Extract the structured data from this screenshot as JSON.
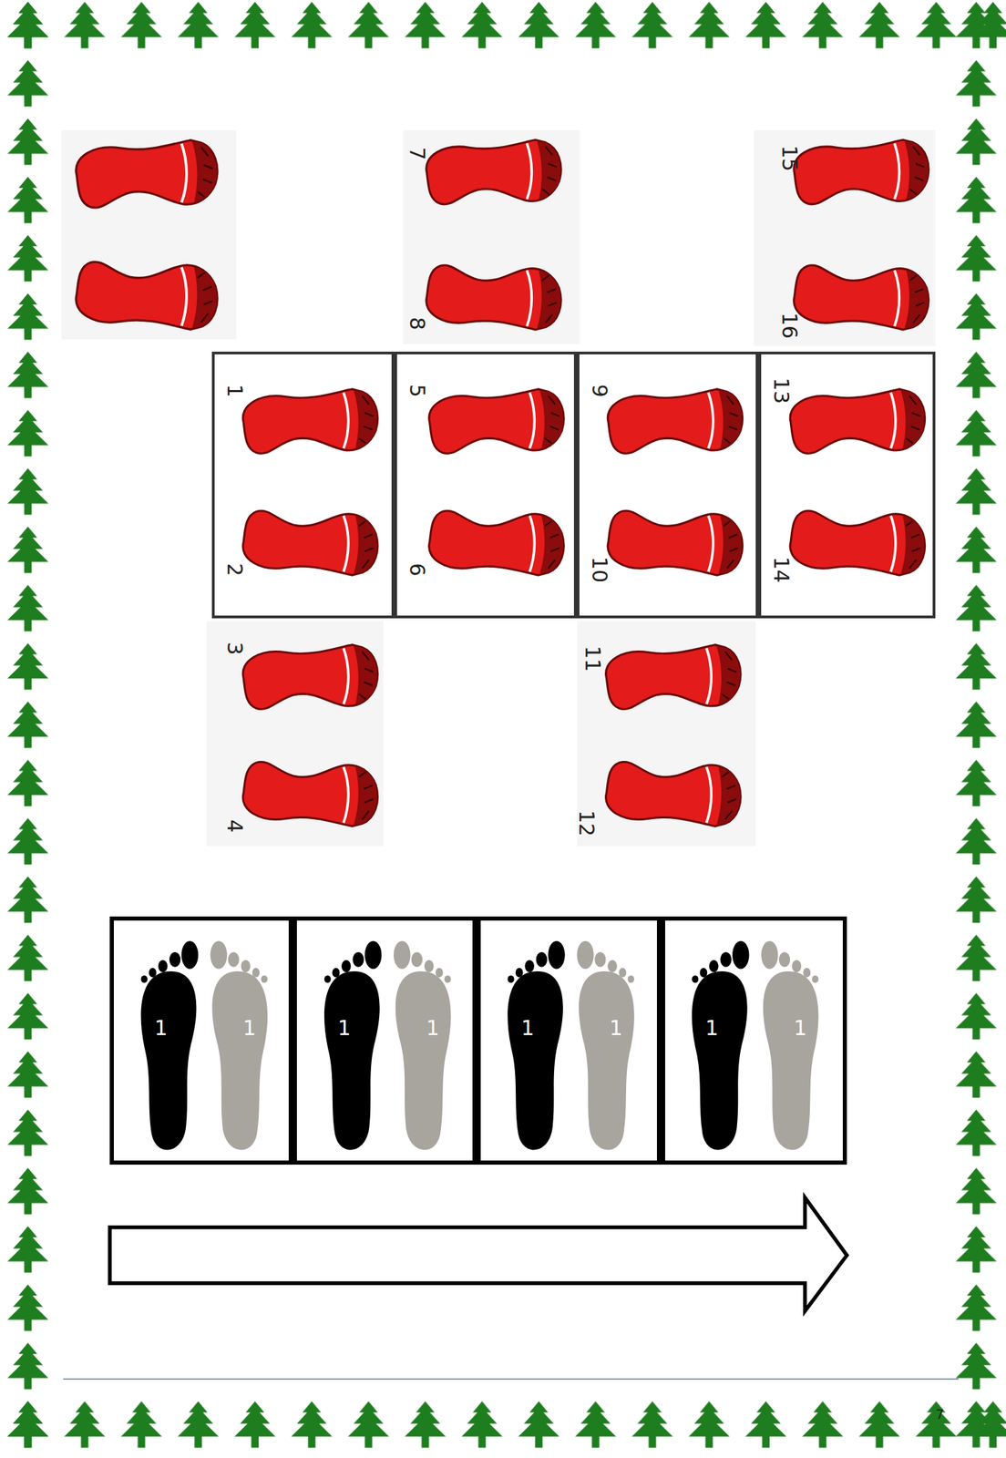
{
  "diagram": {
    "nodes": [
      {
        "text": [
          "1",
          "2"
        ]
      },
      {
        "text": [
          "5",
          "6"
        ]
      },
      {
        "text": [
          "9",
          "10"
        ]
      },
      {
        "text": [
          "13",
          "14"
        ]
      },
      {
        "text": [
          "1",
          "1"
        ]
      },
      {
        "text": [
          "1",
          "1"
        ]
      },
      {
        "text": [
          "1",
          "1"
        ]
      },
      {
        "text": [
          "1",
          "1"
        ]
      }
    ],
    "labels": [
      "7",
      "15",
      "8",
      "16",
      "3",
      "11",
      "4",
      "12",
      "7"
    ]
  }
}
